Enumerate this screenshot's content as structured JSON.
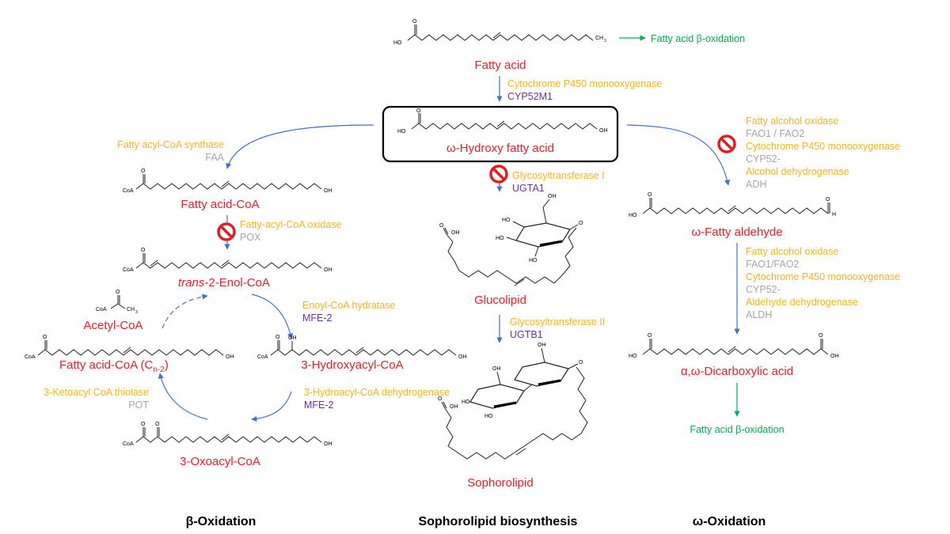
{
  "compounds": {
    "fatty_acid": "Fatty acid",
    "omega_hydroxy": "ω-Hydroxy fatty acid",
    "fatty_acid_coa": "Fatty acid-CoA",
    "trans_enol_italic": "trans",
    "trans_enol_rest": "-2-Enol-CoA",
    "acetyl_coa": "Acetyl-CoA",
    "fatty_acid_coa_n2": "Fatty acid-CoA (C",
    "fatty_acid_coa_n2_sub": "n-2",
    "fatty_acid_coa_n2_end": ")",
    "hydroxyacyl": "3-Hydroxyacyl-CoA",
    "oxoacyl": "3-Oxoacyl-CoA",
    "glucolipid": "Glucolipid",
    "sophorolipid": "Sophorolipid",
    "omega_aldehyde": "ω-Fatty aldehyde",
    "dicarboxylic": "α,ω-Dicarboxylic acid"
  },
  "enzymes": {
    "p450_top": "Cytochrome P450 monooxygenase",
    "cyp52m1": "CYP52M1",
    "acyl_synthase": "Fatty acyl-CoA synthase",
    "faa": "FAA",
    "acyl_oxidase": "Fatty-acyl-CoA oxidase",
    "pox": "POX",
    "hydratase": "Enoyl-CoA hydratase",
    "mfe2_a": "MFE-2",
    "dehydrogenase": "3-Hydroacyl-CoA dehydrogenase",
    "mfe2_b": "MFE-2",
    "thiolase": "3-Ketoacyl CoA thiolase",
    "pot": "POT",
    "gt1": "Glycosyltransferase I",
    "ugta1": "UGTA1",
    "gt2": "Glycosyltransferase II",
    "ugtb1": "UGTB1",
    "fao_a": "Fatty alcohol oxidase",
    "fao1_fao2_a": "FAO1 / FAO2",
    "p450_a": "Cytochrome P450 monooxygenase",
    "cyp52_a": "CYP52-",
    "adh_name": "Alcohol dehydrogenase",
    "adh": "ADH",
    "fao_b": "Fatty alcohol oxidase",
    "fao1_fao2_b": "FAO1/FAO2",
    "p450_b": "Cytochrome P450 monooxygenase",
    "cyp52_b": "CYP52-",
    "aldh_name": "Aldehyde dehydrogenase",
    "aldh": "ALDH"
  },
  "beta_ox_top": "Fatty acid β-oxidation",
  "beta_ox_bottom": "Fatty acid β-oxidation",
  "sections": {
    "left": "β-Oxidation",
    "middle": "Sophorolipid biosynthesis",
    "right": "ω-Oxidation"
  },
  "atoms": {
    "ho": "HO",
    "oh": "OH",
    "o": "O",
    "coa": "CoA",
    "ch3": "CH",
    "ch3_sub": "3",
    "h": "H"
  },
  "colors": {
    "compound": "#ee1c25",
    "enzyme": "#f6b418",
    "gene_purple": "#7030a0",
    "gene_gray": "#a6a6a6",
    "beta_green": "#00b050",
    "arrow": "#4472c4",
    "inhibit": "#e02020"
  },
  "icons": [
    "no-entry-icon"
  ]
}
